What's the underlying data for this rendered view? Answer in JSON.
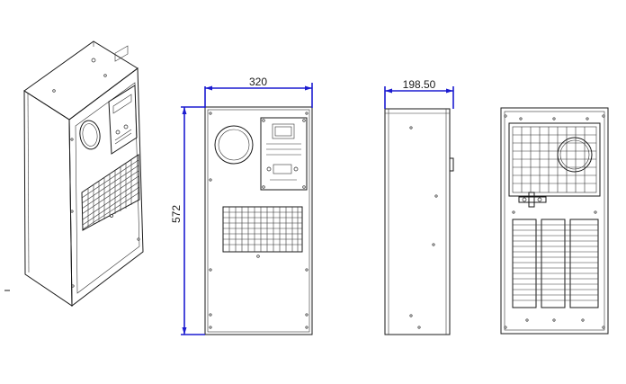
{
  "dimensions": {
    "width": "320",
    "height": "572",
    "depth": "198.50"
  }
}
